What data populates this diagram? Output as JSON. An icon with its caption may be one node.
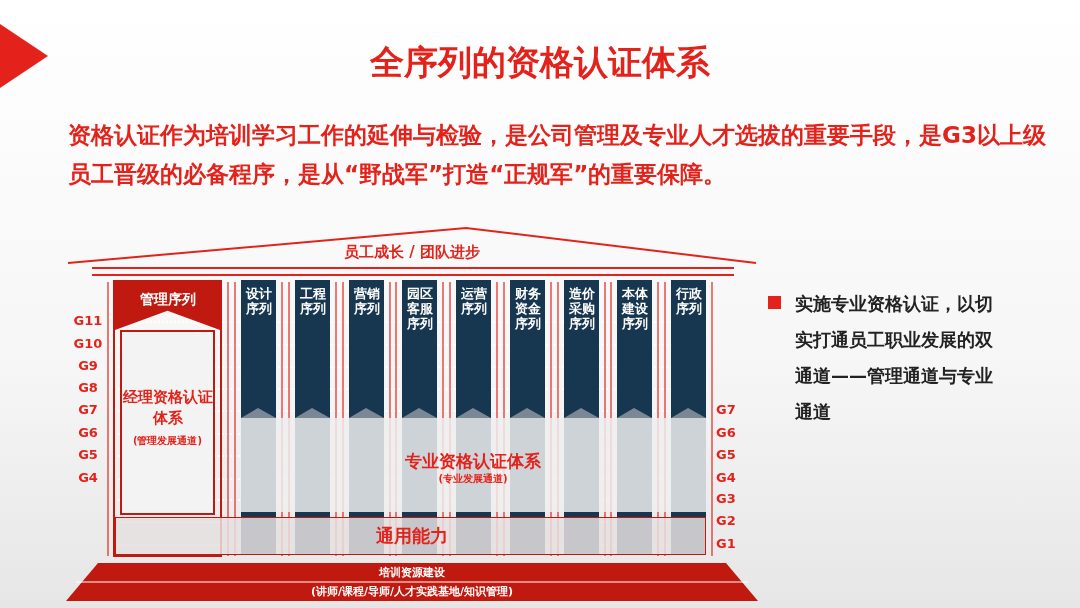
{
  "diagram": {
    "title": "全序列的资格认证体系",
    "nodes": [
      {
        "text": [
          "员工成长 / 团队进步"
        ]
      },
      {
        "text": [
          "管理序列"
        ]
      },
      {
        "text": [
          "经理资格认证体系",
          "(管理发展通道)"
        ],
        "in": 1
      },
      {
        "text": [
          "设计序列"
        ]
      },
      {
        "text": [
          "工程序列"
        ]
      },
      {
        "text": [
          "营销序列"
        ]
      },
      {
        "text": [
          "园区客服序列"
        ]
      },
      {
        "text": [
          "运营序列"
        ]
      },
      {
        "text": [
          "财务资金序列"
        ]
      },
      {
        "text": [
          "造价采购序列"
        ]
      },
      {
        "text": [
          "本体建设序列"
        ]
      },
      {
        "text": [
          "行政序列"
        ]
      },
      {
        "text": [
          "专业资格认证体系",
          "(专业发展通道)"
        ]
      },
      {
        "text": [
          "通用能力"
        ]
      },
      {
        "text": [
          "培训资源建设",
          "(讲师/课程/导师/人才实践基地/知识管理)"
        ]
      }
    ],
    "edges": [],
    "labels": [
      "资格认证作为培训学习工作的延伸与检验，是公司管理及专业人才选拔的重要手段，是G3以上级员工晋级的必备程序，是从“野战军”打造“正规军”的重要保障。",
      "G11",
      "G10",
      "G9",
      "G8",
      "G7",
      "G6",
      "G5",
      "G4",
      "G7",
      "G6",
      "G5",
      "G4",
      "G3",
      "G2",
      "G1",
      "实施专业资格认证，以切实打通员工职业发展的双通道——管理通道与专业通道"
    ]
  }
}
